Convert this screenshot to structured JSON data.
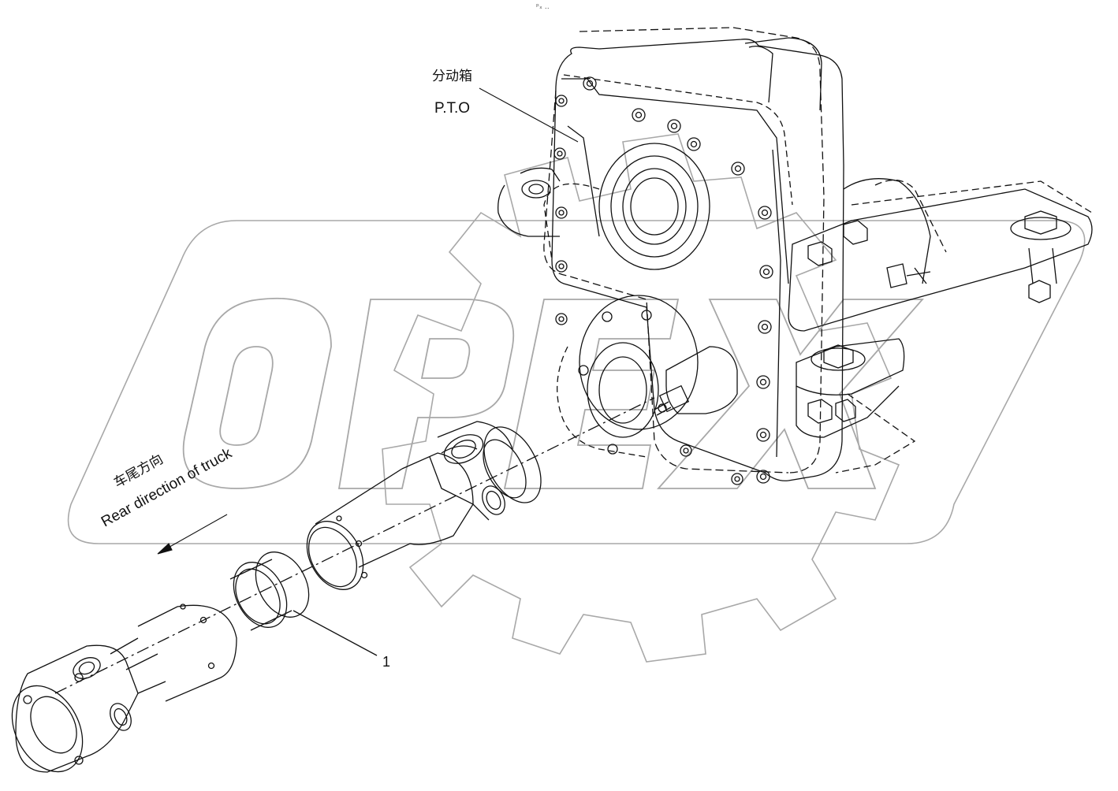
{
  "header": {
    "mark": "ᵖₓ ‥"
  },
  "watermark": {
    "text": "OPEX"
  },
  "labels": {
    "pto_zh": "分动箱",
    "pto_en": "P.T.O",
    "rear_zh": "车尾方向",
    "rear_en": "Rear direction of truck",
    "callout_1": "1"
  },
  "colors": {
    "line": "#111111",
    "watermark": "#9a9a9a"
  }
}
